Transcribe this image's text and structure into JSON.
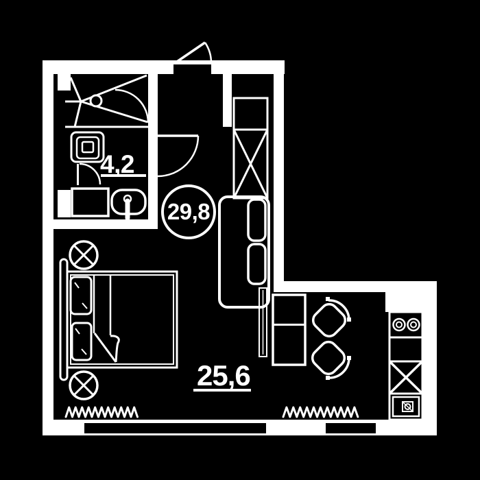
{
  "colors": {
    "background": "#000000",
    "line": "#ffffff"
  },
  "plan": {
    "total_area_label": "29,8",
    "main_room_area_label": "25,6",
    "bathroom_area_label": "4,2"
  }
}
